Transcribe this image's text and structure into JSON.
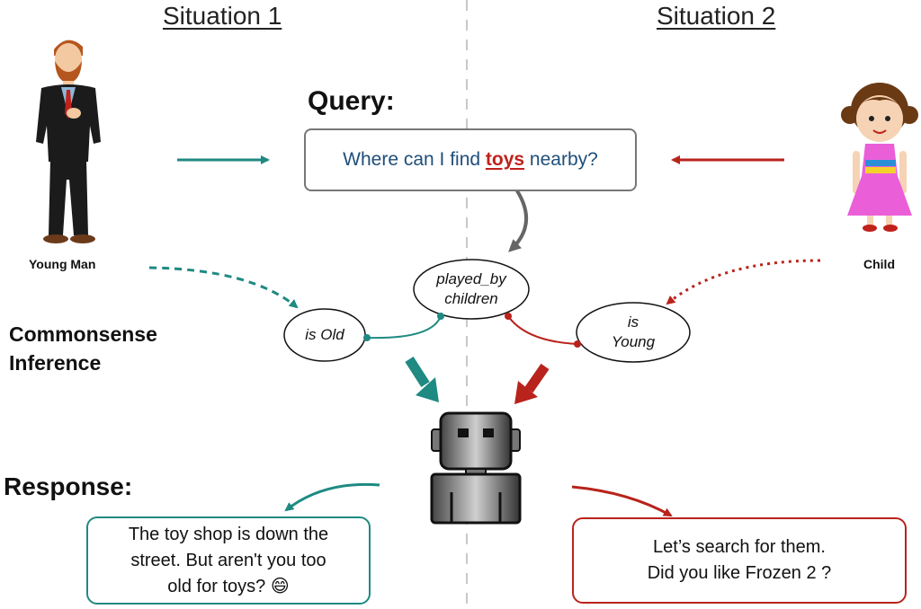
{
  "headings": {
    "situation1": "Situation 1",
    "situation2": "Situation 2"
  },
  "query": {
    "label": "Query:",
    "prefix": "Where can I find ",
    "highlight": "toys",
    "suffix": " nearby?"
  },
  "people": {
    "left_caption": "Young Man",
    "right_caption": "Child"
  },
  "inference": {
    "label_line1": "Commonsense",
    "label_line2": "Inference"
  },
  "nodes": {
    "played_by_line1": "played_by",
    "played_by_line2": "children",
    "is_old": "is Old",
    "is_young_line1": "is",
    "is_young_line2": "Young"
  },
  "response": {
    "label": "Response:",
    "left_line1": "The toy shop is down the",
    "left_line2": "street. But aren't you too",
    "left_line3": "old for toys?",
    "left_emoji": "😄",
    "right_line1": "Let’s search for them.",
    "right_line2": "Did you like Frozen 2 ?"
  },
  "colors": {
    "teal": "#1e8a82",
    "red": "#b8231b",
    "query_text": "#1f4e79",
    "gray": "#777777"
  }
}
